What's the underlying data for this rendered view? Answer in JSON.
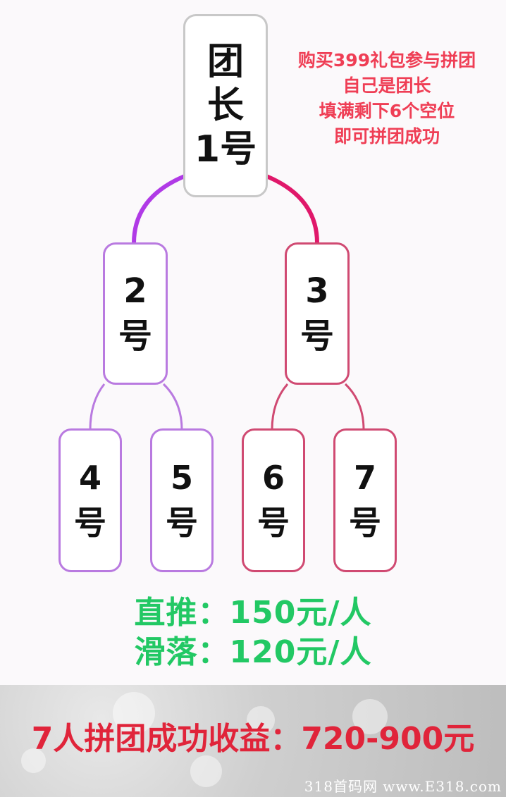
{
  "diagram": {
    "root": {
      "line1": "团",
      "line2": "长",
      "line3": "1号"
    },
    "level2": [
      {
        "num": "2",
        "suffix": "号",
        "color": "#b97ae0"
      },
      {
        "num": "3",
        "suffix": "号",
        "color": "#d04a72"
      }
    ],
    "level3": [
      {
        "num": "4",
        "suffix": "号",
        "color": "#b97ae0"
      },
      {
        "num": "5",
        "suffix": "号",
        "color": "#b97ae0"
      },
      {
        "num": "6",
        "suffix": "号",
        "color": "#d04a72"
      },
      {
        "num": "7",
        "suffix": "号",
        "color": "#d04a72"
      }
    ],
    "note": [
      "购买399礼包参与拼团",
      "自己是团长",
      "填满剩下6个空位",
      "即可拼团成功"
    ],
    "rates": {
      "direct": "直推：150元/人",
      "spillover": "滑落：120元/人"
    },
    "income": "7人拼团成功收益：720-900元",
    "watermark": "318首码网 www.E318.com",
    "colors": {
      "note": "#ef3e55",
      "rates": "#22c864",
      "income": "#e0243a",
      "left_branch": "#b97ae0",
      "right_branch": "#d04a72"
    }
  }
}
